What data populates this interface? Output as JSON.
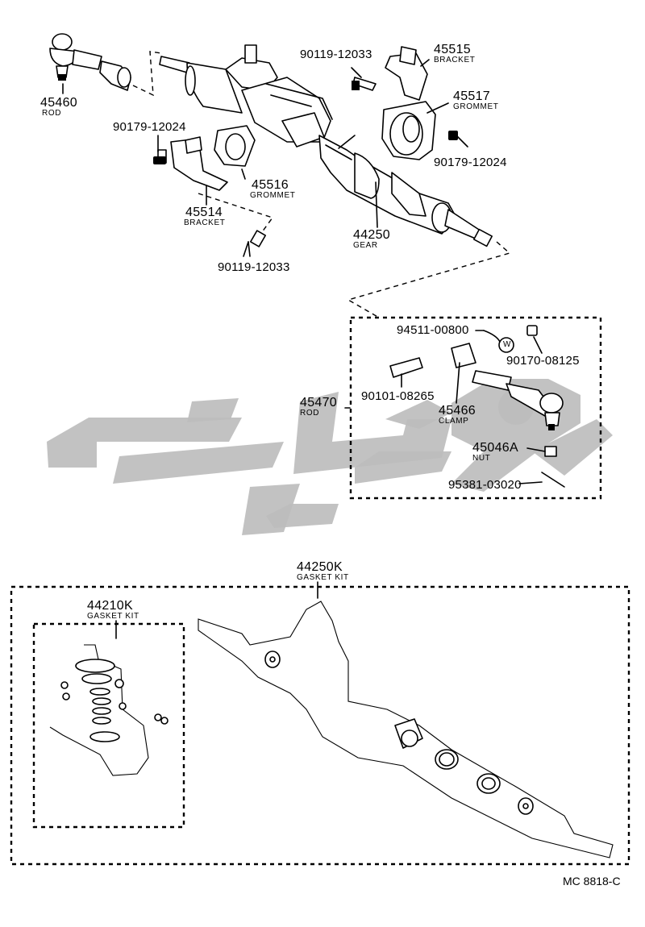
{
  "parts": {
    "p45460": {
      "number": "45460",
      "name": "ROD"
    },
    "p90119_top": {
      "number": "90119-12033"
    },
    "p45515": {
      "number": "45515",
      "name": "BRACKET"
    },
    "p45517": {
      "number": "45517",
      "name": "GROMMET"
    },
    "p90179_right": {
      "number": "90179-12024"
    },
    "p90179_left": {
      "number": "90179-12024"
    },
    "p45516": {
      "number": "45516",
      "name": "GROMMET"
    },
    "p45514": {
      "number": "45514",
      "name": "BRACKET"
    },
    "p44250": {
      "number": "44250",
      "name": "GEAR"
    },
    "p90119_bottom": {
      "number": "90119-12033"
    },
    "p94511": {
      "number": "94511-00800",
      "symbol": "W"
    },
    "p90170": {
      "number": "90170-08125"
    },
    "p90101": {
      "number": "90101-08265"
    },
    "p45470": {
      "number": "45470",
      "name": "ROD"
    },
    "p45466": {
      "number": "45466",
      "name": "CLAMP"
    },
    "p45046A": {
      "number": "45046A",
      "name": "NUT"
    },
    "p95381": {
      "number": "95381-03020"
    },
    "p44250K": {
      "number": "44250K",
      "name": "GASKET KIT"
    },
    "p44210K": {
      "number": "44210K",
      "name": "GASKET KIT"
    }
  },
  "diagram_code": "MC 8818-C",
  "colors": {
    "line": "#000000",
    "watermark": "#bdbdbd",
    "background": "#ffffff"
  }
}
